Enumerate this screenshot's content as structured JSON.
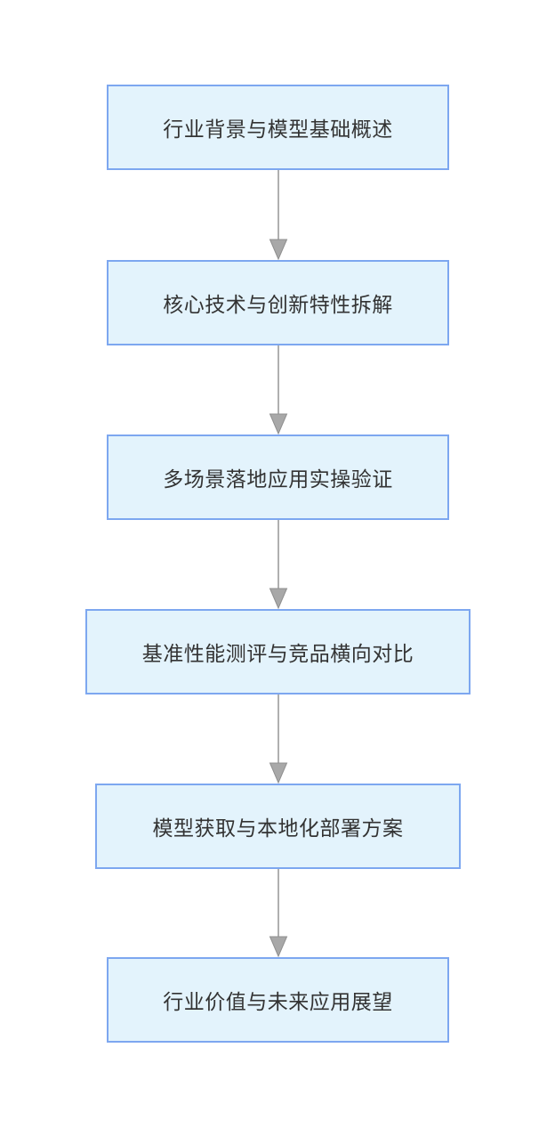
{
  "diagram": {
    "type": "flowchart",
    "direction": "top-down",
    "nodes": [
      {
        "id": "1",
        "label": "行业背景与模型基础概述"
      },
      {
        "id": "2",
        "label": "核心技术与创新特性拆解"
      },
      {
        "id": "3",
        "label": "多场景落地应用实操验证"
      },
      {
        "id": "4",
        "label": "基准性能测评与竞品横向对比"
      },
      {
        "id": "5",
        "label": "模型获取与本地化部署方案"
      },
      {
        "id": "6",
        "label": "行业价值与未来应用展望"
      }
    ],
    "edges": [
      {
        "from": "1",
        "to": "2"
      },
      {
        "from": "2",
        "to": "3"
      },
      {
        "from": "3",
        "to": "4"
      },
      {
        "from": "4",
        "to": "5"
      },
      {
        "from": "5",
        "to": "6"
      }
    ],
    "colors": {
      "node_fill": "#e3f3fc",
      "node_border": "#7da7f0",
      "arrow_line": "#b0b0b0",
      "arrow_head": "#a8a8a8",
      "text": "#333333",
      "background": "#ffffff"
    }
  }
}
